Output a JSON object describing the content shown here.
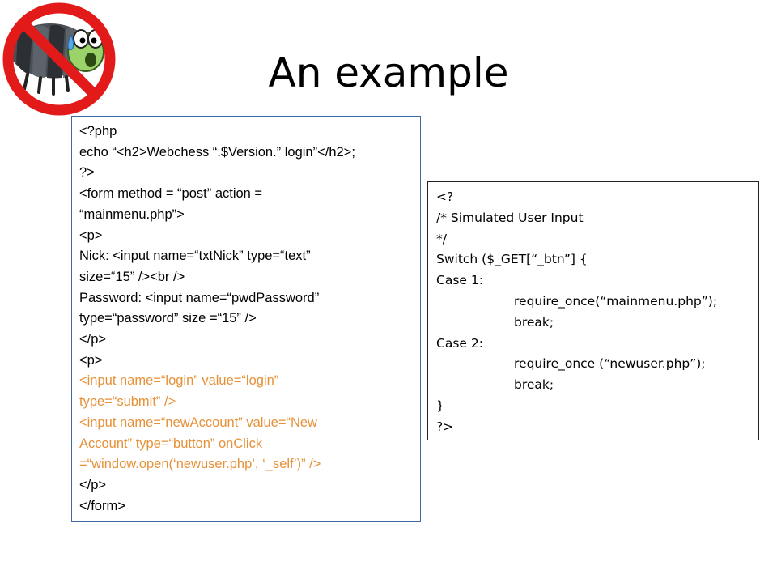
{
  "slide": {
    "title": "An example",
    "logo_icon": "no-bugs-icon",
    "colors": {
      "highlight": "#e69138",
      "left_border": "#3f6aa6",
      "sign_red": "#e21a1a"
    }
  },
  "code_left": [
    {
      "text": "<?php",
      "color": "default"
    },
    {
      "text": "echo “<h2>Webchess “.$Version.” login”</h2>;",
      "color": "default"
    },
    {
      "text": "?>",
      "color": "default"
    },
    {
      "text": "<form method = “post” action =",
      "color": "default"
    },
    {
      "text": "“mainmenu.php”>",
      "color": "default"
    },
    {
      "text": "<p>",
      "color": "default"
    },
    {
      "text": "Nick: <input name=“txtNick” type=“text”",
      "color": "default"
    },
    {
      "text": "size=“15” /><br />",
      "color": "default"
    },
    {
      "text": "Password: <input name=“pwdPassword”",
      "color": "default"
    },
    {
      "text": "type=“password” size =“15” />",
      "color": "default"
    },
    {
      "text": "</p>",
      "color": "default"
    },
    {
      "text": "<p>",
      "color": "default"
    },
    {
      "text": "<input name=“login” value=“login”",
      "color": "orange"
    },
    {
      "text": "type=“submit” />",
      "color": "orange"
    },
    {
      "text": "<input name=“newAccount” value=“New",
      "color": "orange"
    },
    {
      "text": "Account” type=“button” onClick",
      "color": "orange"
    },
    {
      "text": "=“window.open(‘newuser.php’, ‘_self’)” />",
      "color": "orange"
    },
    {
      "text": "</p>",
      "color": "default"
    },
    {
      "text": "</form>",
      "color": "default"
    }
  ],
  "code_right": [
    {
      "text": "<?",
      "indent": false
    },
    {
      "text": "/* Simulated User Input",
      "indent": false
    },
    {
      "text": "*/",
      "indent": false
    },
    {
      "text": "Switch ($_GET[“_btn”] {",
      "indent": false
    },
    {
      "text": "Case 1:",
      "indent": false
    },
    {
      "text": "require_once(“mainmenu.php”);",
      "indent": true
    },
    {
      "text": "break;",
      "indent": true
    },
    {
      "text": "Case 2:",
      "indent": false
    },
    {
      "text": "require_once (“newuser.php”);",
      "indent": true
    },
    {
      "text": "break;",
      "indent": true
    },
    {
      "text": "}",
      "indent": false
    },
    {
      "text": "?>",
      "indent": false
    }
  ]
}
